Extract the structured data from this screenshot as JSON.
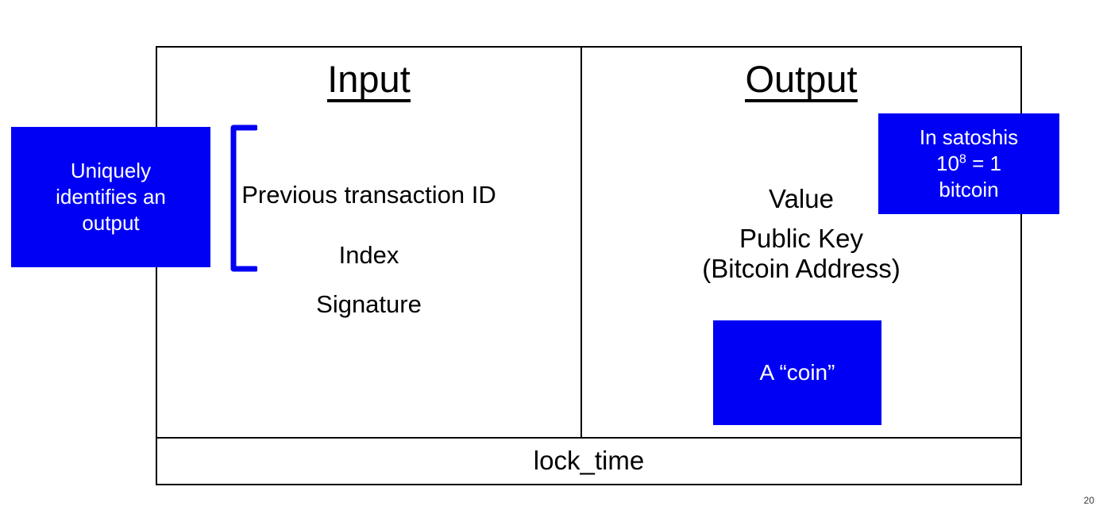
{
  "slide": {
    "page_number": "20",
    "accent_color": "#0000f5",
    "line_color": "#000000",
    "background": "#ffffff"
  },
  "table": {
    "columns": [
      {
        "id": "input",
        "heading": "Input",
        "fields": [
          {
            "id": "previous-transaction-id",
            "label": "Previous transaction ID"
          },
          {
            "id": "index",
            "label": "Index"
          },
          {
            "id": "signature",
            "label": "Signature"
          }
        ]
      },
      {
        "id": "output",
        "heading": "Output",
        "fields": [
          {
            "id": "value",
            "label": "Value"
          },
          {
            "id": "public-key",
            "label": "Public Key",
            "label_line2": "(Bitcoin Address)"
          }
        ]
      }
    ],
    "footer_row": {
      "id": "lock-time",
      "label": "lock_time"
    }
  },
  "callouts": [
    {
      "id": "uniquely-identifies-output",
      "lines": [
        "Uniquely",
        "identifies an",
        "output"
      ],
      "color": "#0000f5",
      "text_color": "#ffffff"
    },
    {
      "id": "in-satoshis",
      "lines": [
        "In satoshis",
        "10",
        "8",
        " = 1",
        "bitcoin"
      ],
      "line1": "In satoshis",
      "line2_base": "10",
      "line2_exponent": "8",
      "line2_tail": " = 1",
      "line3": "bitcoin",
      "color": "#0000f5",
      "text_color": "#ffffff"
    },
    {
      "id": "a-coin",
      "label": "A “coin”",
      "color": "#0000f5",
      "text_color": "#ffffff"
    }
  ],
  "annotations": {
    "bracket": {
      "id": "input-group-bracket",
      "color": "#0000f5",
      "groups": [
        "Previous transaction ID",
        "Index"
      ]
    }
  }
}
